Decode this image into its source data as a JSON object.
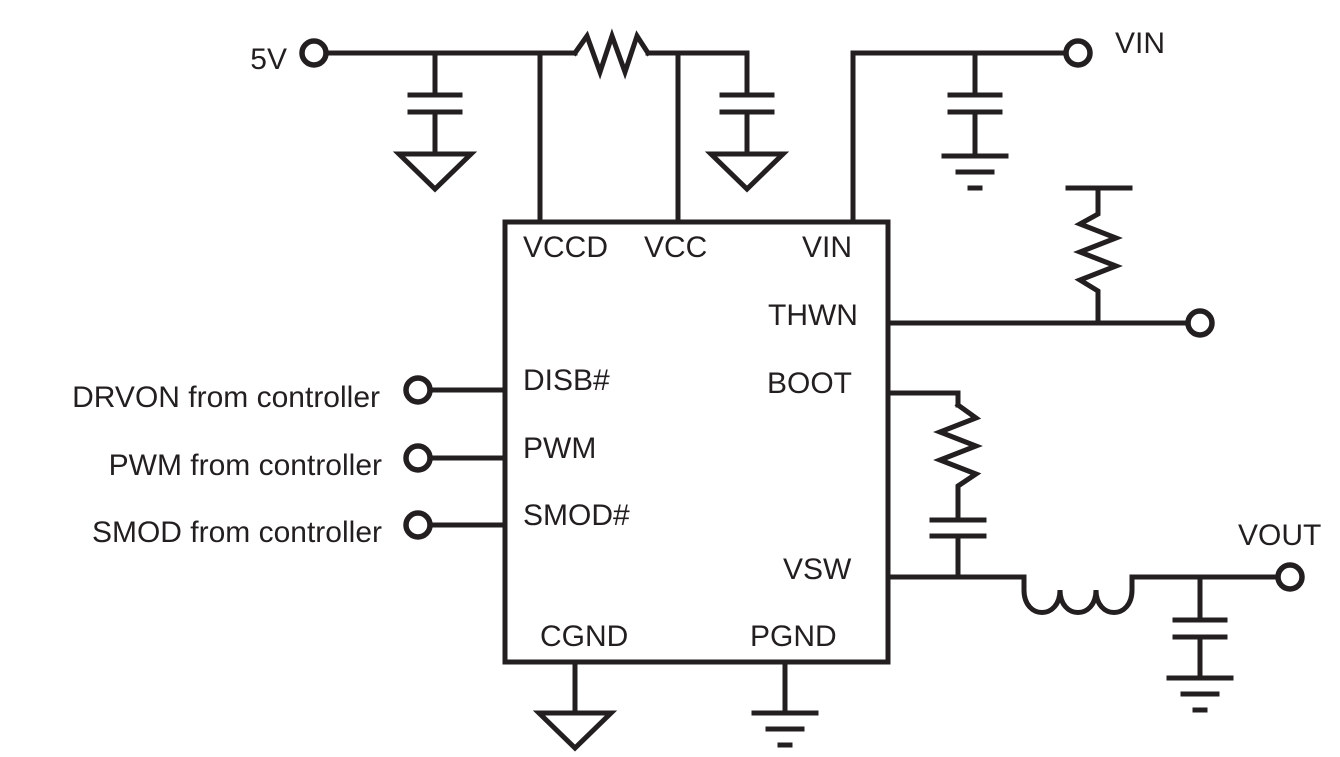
{
  "diagram": {
    "rails": {
      "five_volt": "5V",
      "vin": "VIN",
      "vout": "VOUT"
    },
    "pins": {
      "vccd": "VCCD",
      "vcc": "VCC",
      "vin": "VIN",
      "thwn": "THWN",
      "boot": "BOOT",
      "disb": "DISB#",
      "pwm": "PWM",
      "smod": "SMOD#",
      "vsw": "VSW",
      "cgnd": "CGND",
      "pgnd": "PGND"
    },
    "inputs": {
      "drvon": "DRVON from controller",
      "pwm": "PWM from controller",
      "smod": "SMOD from controller"
    }
  }
}
